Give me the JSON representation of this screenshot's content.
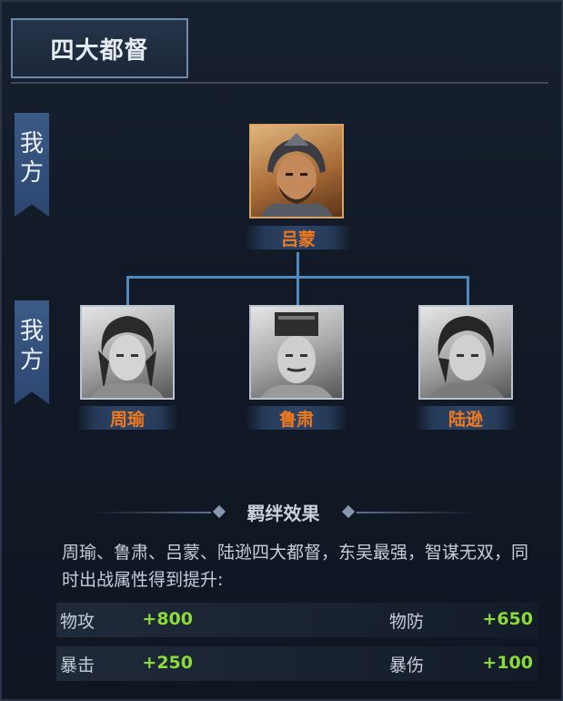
{
  "title": "四大都督",
  "sides": {
    "top": {
      "line1": "我",
      "line2": "方"
    },
    "bottom": {
      "line1": "我",
      "line2": "方"
    }
  },
  "leader": {
    "name": "吕蒙"
  },
  "members": [
    {
      "name": "周瑜"
    },
    {
      "name": "鲁肃"
    },
    {
      "name": "陆逊"
    }
  ],
  "bond": {
    "heading": "羁绊效果",
    "description": "周瑜、鲁肃、吕蒙、陆逊四大都督，东吴最强，智谋无双，同时出战属性得到提升:",
    "stats": [
      {
        "label": "物攻",
        "value": "+800"
      },
      {
        "label": "物防",
        "value": "+650"
      },
      {
        "label": "暴击",
        "value": "+250"
      },
      {
        "label": "暴伤",
        "value": "+100"
      }
    ]
  },
  "colors": {
    "name_text": "#f07a1d",
    "stat_value": "#8bdc3a",
    "tree_line": "#4f89c0",
    "side_badge": "#3b5a86"
  }
}
